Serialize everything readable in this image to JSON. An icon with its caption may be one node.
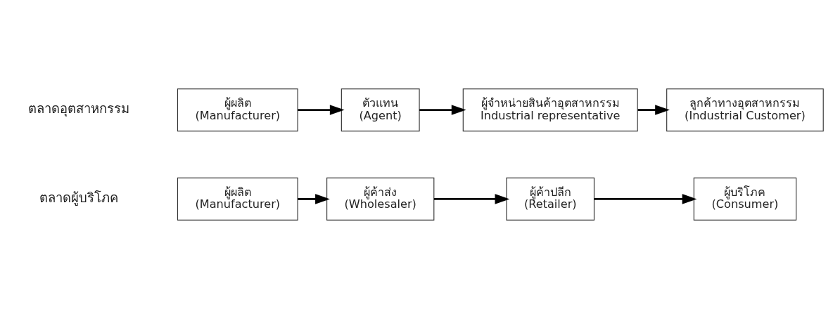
{
  "diagram": {
    "nodes": [
      {
        "text": [
          "ผู้ผลิต",
          "(Manufacturer)"
        ]
      },
      {
        "text": [
          "ผู้ค้าส่ง",
          "(Wholesaler)"
        ]
      },
      {
        "text": [
          "ผู้ค้าปลีก",
          "(Retailer)"
        ]
      },
      {
        "text": [
          "ผู้บริโภค",
          "(Consumer)"
        ]
      },
      {
        "text": [
          "ผู้ผลิต",
          "(Manufacturer)"
        ]
      },
      {
        "text": [
          "ตัวแทน",
          "(Agent)"
        ]
      },
      {
        "text": [
          "ผู้จำหน่ายสินค้าอุตสาหกรรม",
          "Industrial representative"
        ]
      },
      {
        "text": [
          "ลูกค้าทางอุตสาหกรรม",
          "(Industrial Customer)"
        ]
      }
    ],
    "edges": [
      {
        "from": 0,
        "to": 1,
        "arrow": "to"
      },
      {
        "from": 1,
        "to": 2,
        "arrow": "to"
      },
      {
        "from": 2,
        "to": 3,
        "arrow": "to"
      },
      {
        "from": 4,
        "to": 5,
        "arrow": "to"
      },
      {
        "from": 5,
        "to": 6,
        "arrow": "to"
      },
      {
        "from": 6,
        "to": 7,
        "arrow": "to"
      }
    ],
    "labels": [
      "ตลาดผู้บริโภค",
      "ตลาดอุตสาหกรรม"
    ]
  }
}
